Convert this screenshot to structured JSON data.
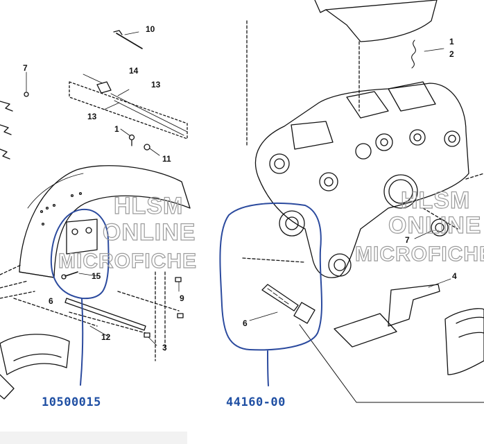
{
  "callouts": {
    "c1a": "1",
    "c2a": "2",
    "c1b": "1",
    "c3": "3",
    "c4": "4",
    "c6a": "6",
    "c6b": "6",
    "c7a": "7",
    "c7b": "7",
    "c9": "9",
    "c10": "10",
    "c11": "11",
    "c12": "12",
    "c13a": "13",
    "c13b": "13",
    "c14": "14",
    "c15": "15"
  },
  "watermark": {
    "line1_left": "HLSM",
    "line2_left": "ONLINE",
    "line3_left": "MICROFICHE",
    "line1_right": "HLSM",
    "line2_right": "ONLINE",
    "line3_right": "MICROFICHE"
  },
  "part_numbers": {
    "left": "10500015",
    "right": "44160-00"
  },
  "colors": {
    "annotation": "#2b4a9e",
    "partno": "#1f4fa3",
    "linework": "#111111",
    "watermark": "#9a9a9a"
  }
}
